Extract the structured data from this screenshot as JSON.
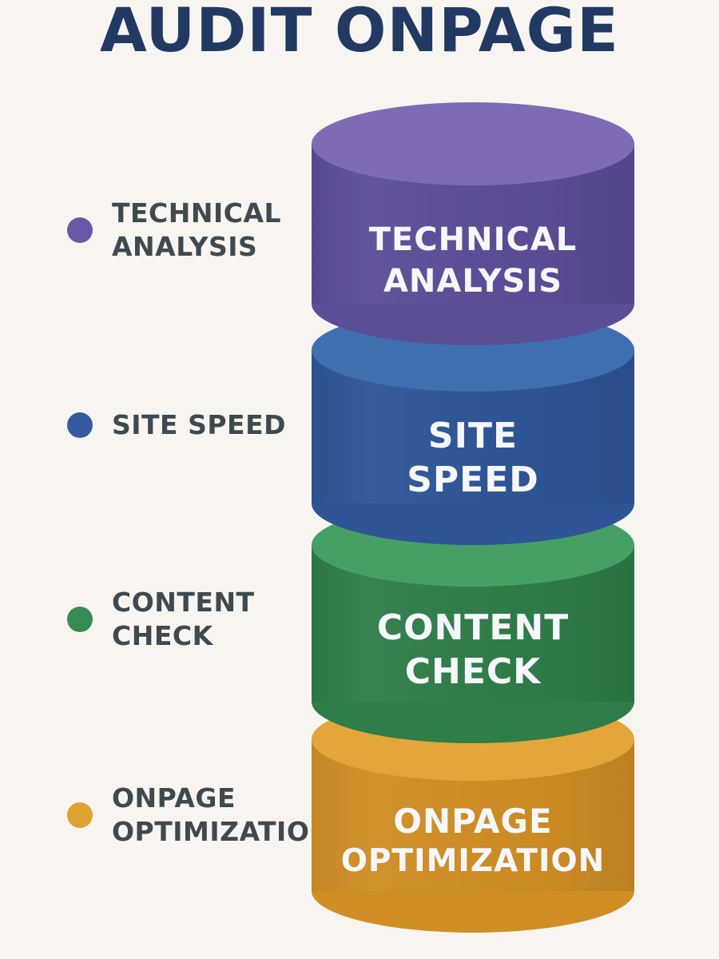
{
  "title": "AUDIT ONPAGE",
  "legend": {
    "items": [
      {
        "label": "TECHNICAL\nANALYSIS",
        "color": "#6b57a7"
      },
      {
        "label": "SITE SPEED",
        "color": "#355aa0"
      },
      {
        "label": "CONTENT\nCHECK",
        "color": "#368c52"
      },
      {
        "label": "ONPAGE\nOPTIMIZATION",
        "color": "#dea22e"
      }
    ]
  },
  "stack": {
    "segments": [
      {
        "label_line1": "TECHNICAL",
        "label_line2": "ANALYSIS",
        "top": "#7f6ab6",
        "body": "#5c4d97"
      },
      {
        "label_line1": "SITE",
        "label_line2": "SPEED",
        "top": "#3f6fb1",
        "body": "#2f5597"
      },
      {
        "label_line1": "CONTENT",
        "label_line2": "CHECK",
        "top": "#46a066",
        "body": "#2f7d49"
      },
      {
        "label_line1": "ONPAGE",
        "label_line2": "OPTIMIZATION",
        "top": "#e4a53a",
        "body": "#d08e25"
      }
    ]
  }
}
